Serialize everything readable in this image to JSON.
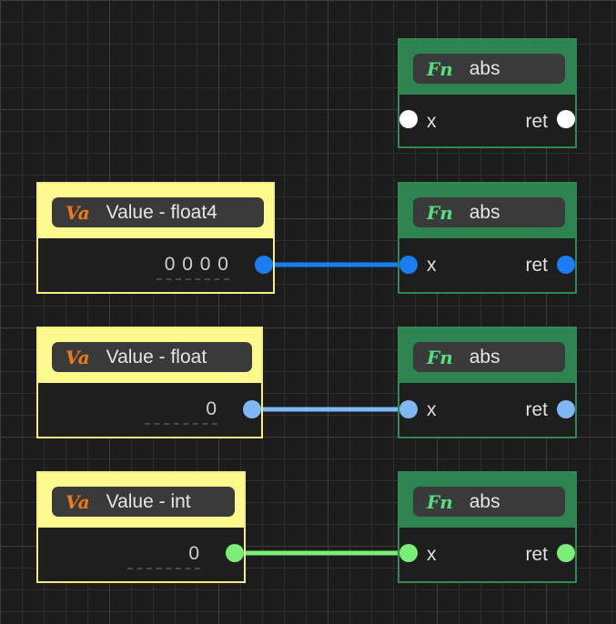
{
  "value_nodes": [
    {
      "kind": "Va",
      "title": "Value - float4",
      "value": "0 0 0 0",
      "port_color": "#1a7df2"
    },
    {
      "kind": "Va",
      "title": "Value - float",
      "value": "0",
      "port_color": "#7fb8f5"
    },
    {
      "kind": "Va",
      "title": "Value - int",
      "value": "0",
      "port_color": "#7ded7a"
    }
  ],
  "fn_nodes": [
    {
      "kind": "Fn",
      "title": "abs",
      "input_label": "x",
      "output_label": "ret",
      "port_color": "#ffffff"
    },
    {
      "kind": "Fn",
      "title": "abs",
      "input_label": "x",
      "output_label": "ret",
      "port_color": "#1a7df2"
    },
    {
      "kind": "Fn",
      "title": "abs",
      "input_label": "x",
      "output_label": "ret",
      "port_color": "#7fb8f5"
    },
    {
      "kind": "Fn",
      "title": "abs",
      "input_label": "x",
      "output_label": "ret",
      "port_color": "#7ded7a"
    }
  ],
  "colors": {
    "value_header": "#fcf98f",
    "fn_header": "#2d8450",
    "value_kind_glyph": "#f07a16",
    "fn_kind_glyph": "#52e07c"
  }
}
